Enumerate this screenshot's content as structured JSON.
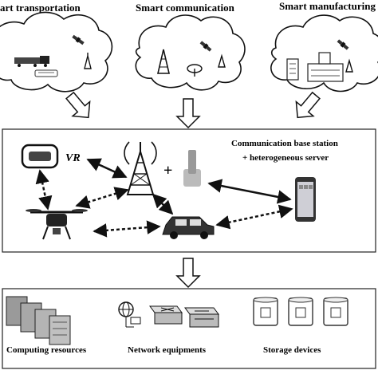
{
  "top_domains": {
    "transportation": "art transportation",
    "communication": "Smart communication",
    "manufacturing": "Smart manufacturing"
  },
  "middle": {
    "station_line1": "Communication base station",
    "station_line2": "+ heterogeneous server",
    "vr_label": "VR",
    "plus_sign": "+"
  },
  "resources": {
    "computing": "Computing resources",
    "network": "Network equipments",
    "storage": "Storage devices"
  }
}
